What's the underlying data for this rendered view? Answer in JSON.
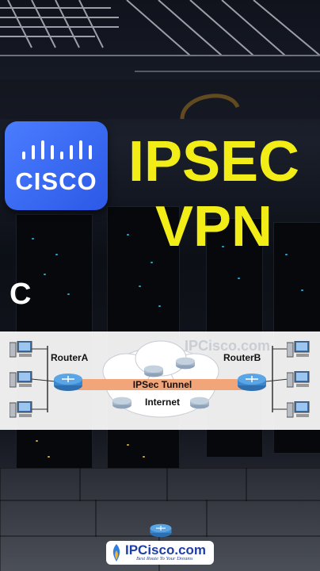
{
  "logo": {
    "text": "CISCO",
    "color": "#3a6cf4"
  },
  "title": {
    "line1": "IPSEC",
    "line2": "VPN",
    "color": "#f2ec17"
  },
  "letter": "C",
  "diagram": {
    "watermark": "IPCisco.com",
    "router_a": "RouterA",
    "router_b": "RouterB",
    "tunnel": "IPSec Tunnel",
    "internet": "Internet",
    "tunnel_color": "#f3a57a"
  },
  "footer": {
    "brand": "IPCisco.com",
    "tagline": "Best Route To Your Dreams"
  }
}
